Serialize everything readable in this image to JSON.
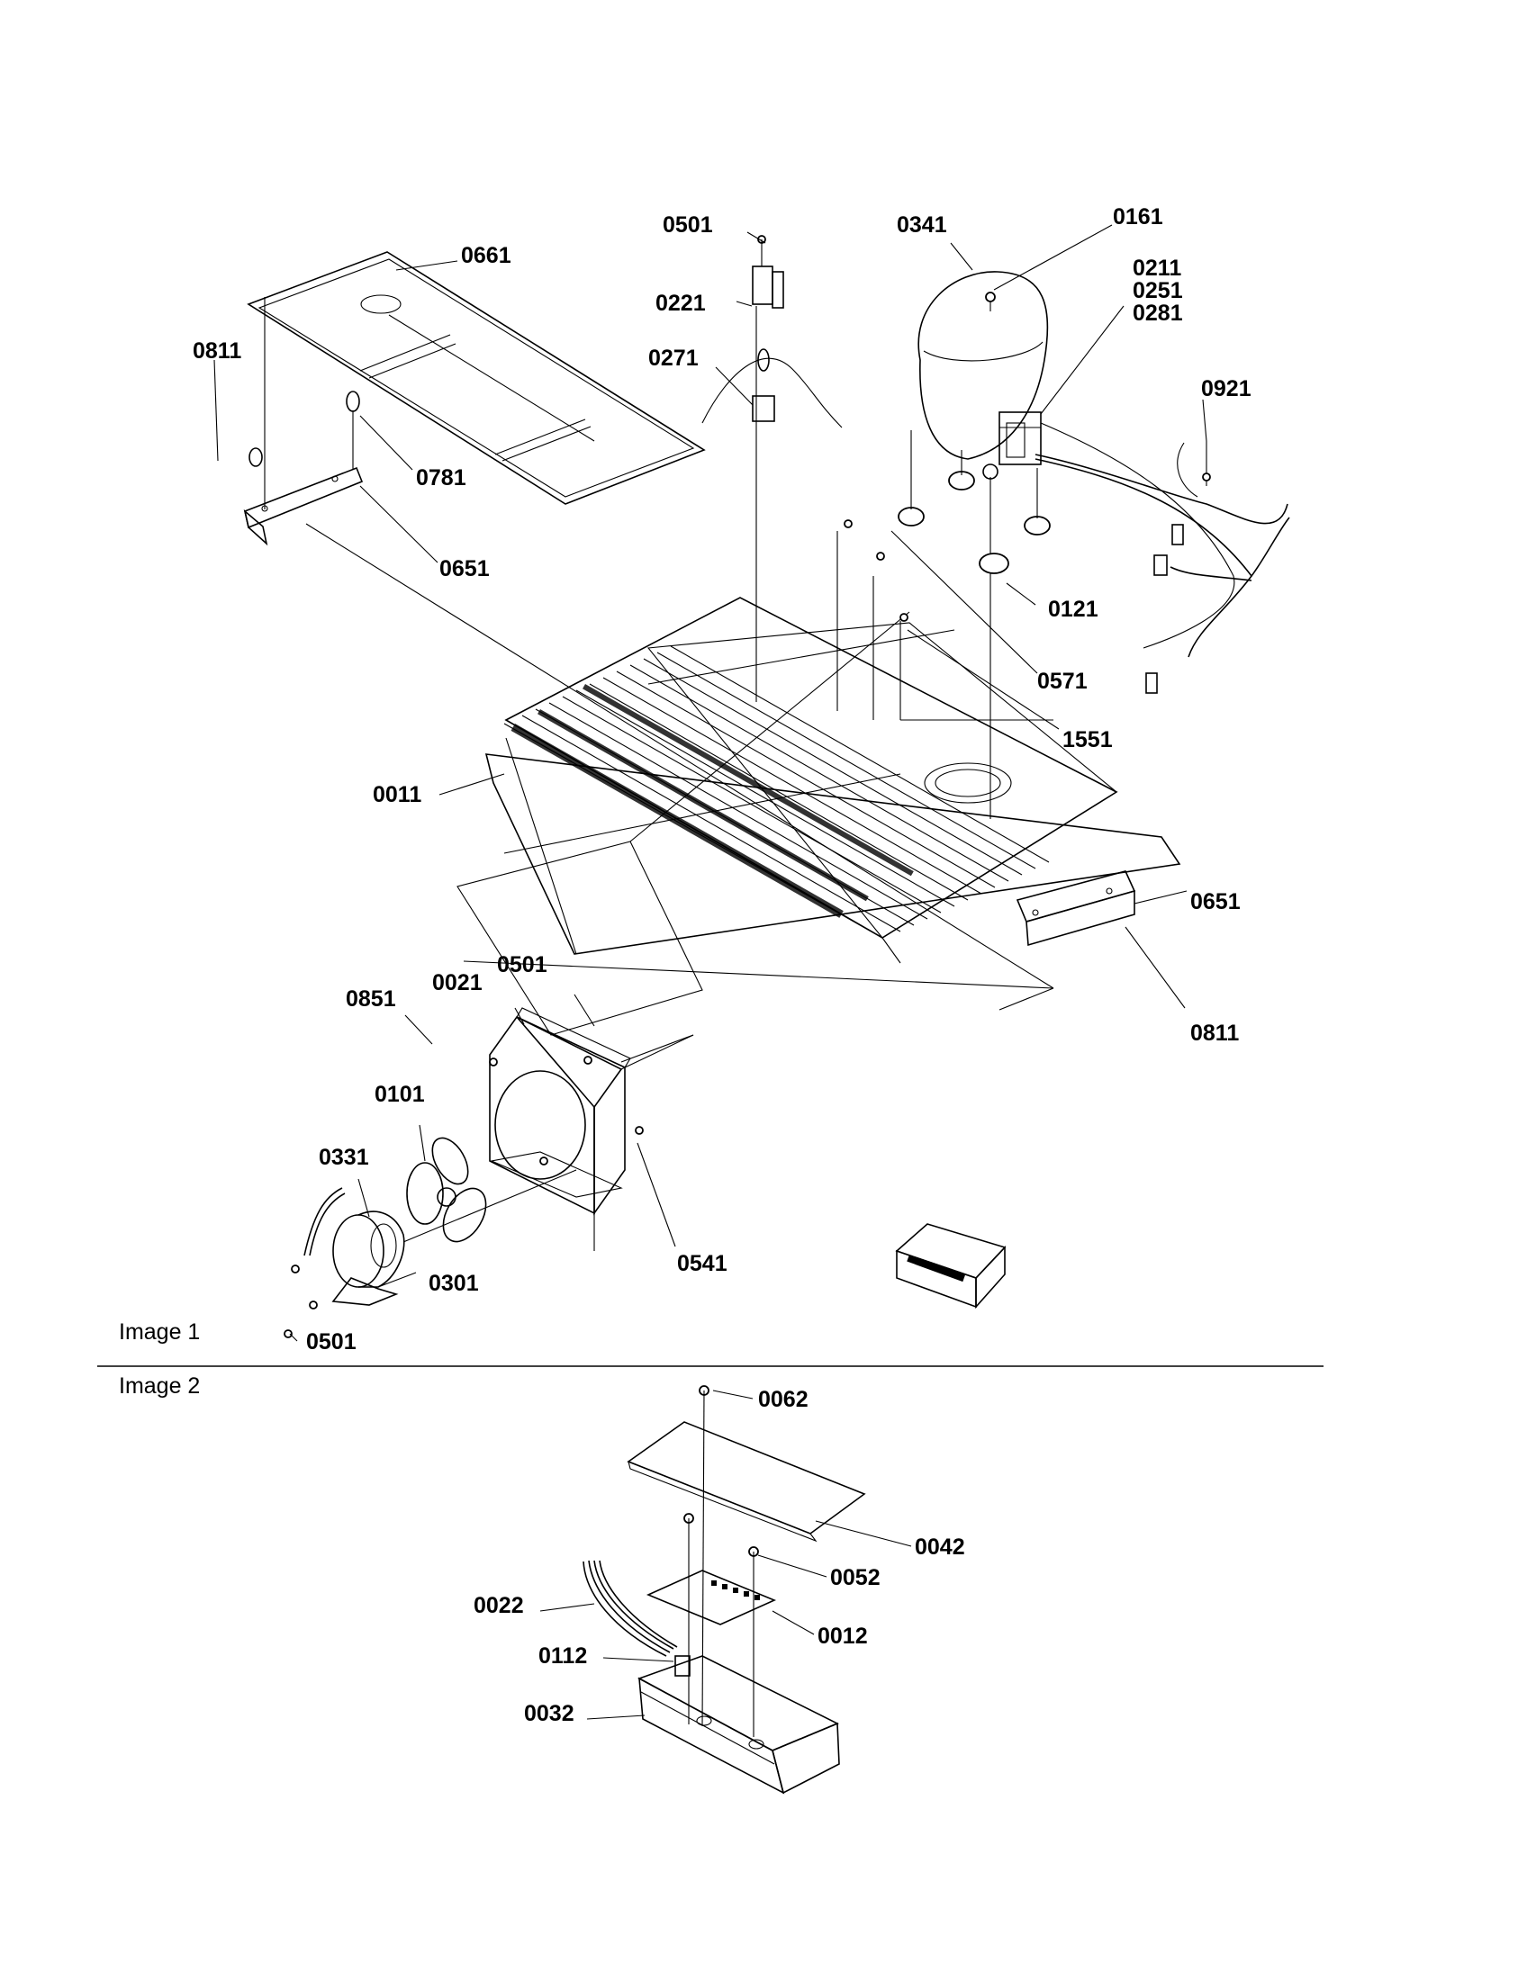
{
  "captions": {
    "image1": "Image 1",
    "image2": "Image 2"
  },
  "callouts": {
    "c0501a": "0501",
    "c0661": "0661",
    "c0341": "0341",
    "c0161": "0161",
    "c0211": "0211",
    "c0251": "0251",
    "c0281": "0281",
    "c0221": "0221",
    "c0811a": "0811",
    "c0271": "0271",
    "c0921": "0921",
    "c0781": "0781",
    "c0651a": "0651",
    "c0121": "0121",
    "c0571": "0571",
    "c1551": "1551",
    "c0011": "0011",
    "c0651b": "0651",
    "c0501b": "0501",
    "c0021": "0021",
    "c0851": "0851",
    "c0811b": "0811",
    "c0101": "0101",
    "c0331": "0331",
    "c0541": "0541",
    "c0301": "0301",
    "c0501c": "0501",
    "c0062": "0062",
    "c0042": "0042",
    "c0052": "0052",
    "c0022": "0022",
    "c0012": "0012",
    "c0112": "0112",
    "c0032": "0032"
  }
}
